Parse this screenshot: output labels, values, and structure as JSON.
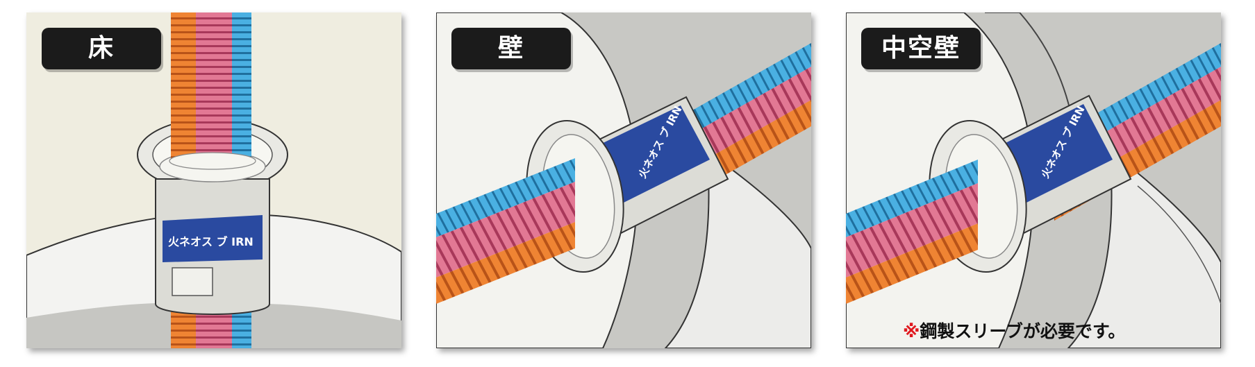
{
  "panels": [
    {
      "label": "床",
      "sleeve_text": "火ネオス ブ IRN"
    },
    {
      "label": "壁",
      "sleeve_text": "火ネオス ブ IRN"
    },
    {
      "label": "中空壁",
      "sleeve_text": "火ネオス ブ IRN",
      "note_mark": "※",
      "note_text": "鋼製スリーブが必要です。"
    }
  ],
  "colors": {
    "label_bg": "#1b1b1b",
    "conduit_orange": "#ef8433",
    "conduit_pink": "#dc6482",
    "conduit_blue": "#3aa3d8",
    "sleeve_band": "#2a4aa0",
    "note_mark": "#e0181e"
  }
}
